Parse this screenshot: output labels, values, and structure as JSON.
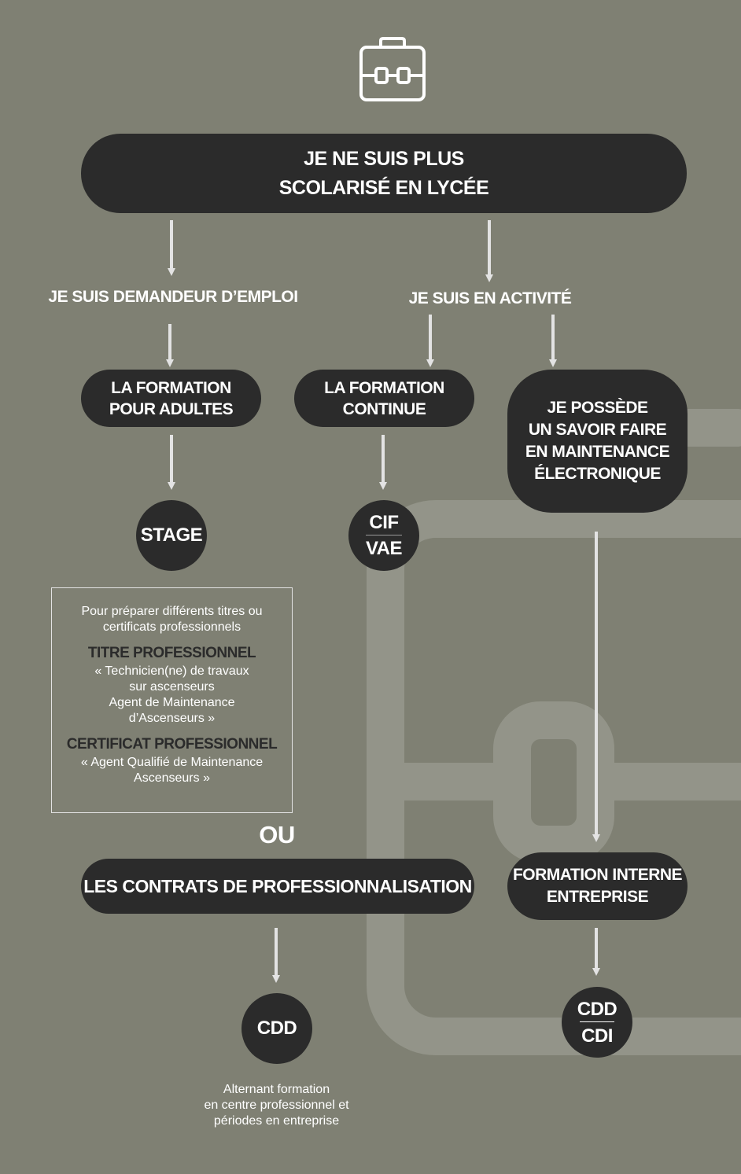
{
  "header": {
    "icon": "briefcase-icon",
    "title_line1": "JE NE SUIS PLUS",
    "title_line2": "SCOLARISÉ EN LYCÉE"
  },
  "branches": {
    "left_label": "JE SUIS DEMANDEUR D’EMPLOI",
    "right_label": "JE SUIS EN ACTIVITÉ"
  },
  "nodes": {
    "formation_adultes": [
      "LA FORMATION",
      "POUR ADULTES"
    ],
    "formation_continue": [
      "LA FORMATION",
      "CONTINUE"
    ],
    "savoir_faire": [
      "JE POSSÈDE",
      "UN SAVOIR FAIRE",
      "EN MAINTENANCE",
      "ÉLECTRONIQUE"
    ],
    "stage": "STAGE",
    "cif_vae": [
      "CIF",
      "VAE"
    ],
    "contrats": "LES CONTRATS DE PROFESSIONNALISATION",
    "formation_interne": [
      "FORMATION INTERNE",
      "ENTREPRISE"
    ],
    "cdd": "CDD",
    "cdd_cdi": [
      "CDD",
      "CDI"
    ],
    "ou": "OU"
  },
  "info_box": {
    "intro": [
      "Pour préparer différents titres ou",
      "certificats professionnels"
    ],
    "titre_head": "TITRE PROFESSIONNEL",
    "titre_lines": [
      "« Technicien(ne) de travaux",
      "sur ascenseurs",
      "Agent de Maintenance",
      "d’Ascenseurs »"
    ],
    "certificat_head": "CERTIFICAT PROFESSIONNEL",
    "certificat_lines": [
      "« Agent Qualifié de Maintenance",
      "Ascenseurs »"
    ]
  },
  "footnote": [
    "Alternant formation",
    "en centre professionnel et",
    "périodes en entreprise"
  ],
  "colors": {
    "background": "#7f8073",
    "node": "#2b2b2b",
    "arrow": "#e3e3e3",
    "watermark": "#96978c"
  }
}
